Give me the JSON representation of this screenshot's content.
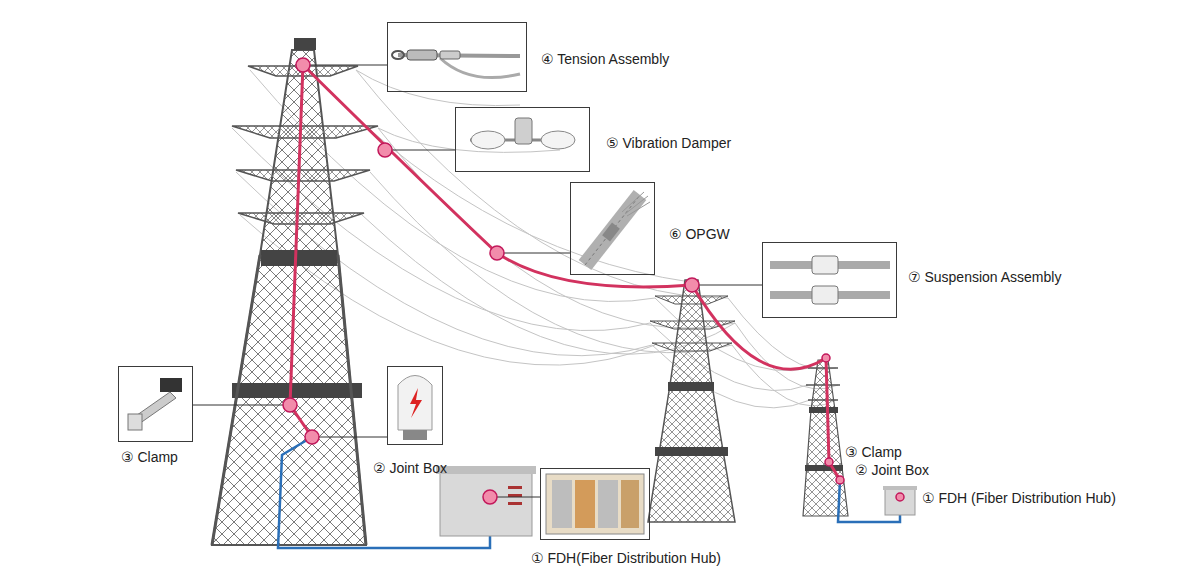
{
  "diagram": {
    "nodes": [
      {
        "text": [
          "④ Tension Assembly"
        ]
      },
      {
        "text": [
          "⑤ Vibration Damper"
        ]
      },
      {
        "text": [
          "⑥ OPGW"
        ]
      },
      {
        "text": [
          "⑦ Suspension Assembly"
        ]
      },
      {
        "text": [
          "③ Clamp"
        ]
      },
      {
        "text": [
          "② Joint Box"
        ]
      },
      {
        "text": [
          "① FDH(Fiber Distribution Hub)"
        ]
      }
    ],
    "labels": [
      "③ Clamp",
      "② Joint Box",
      "① FDH (Fiber Distribution Hub)"
    ]
  }
}
